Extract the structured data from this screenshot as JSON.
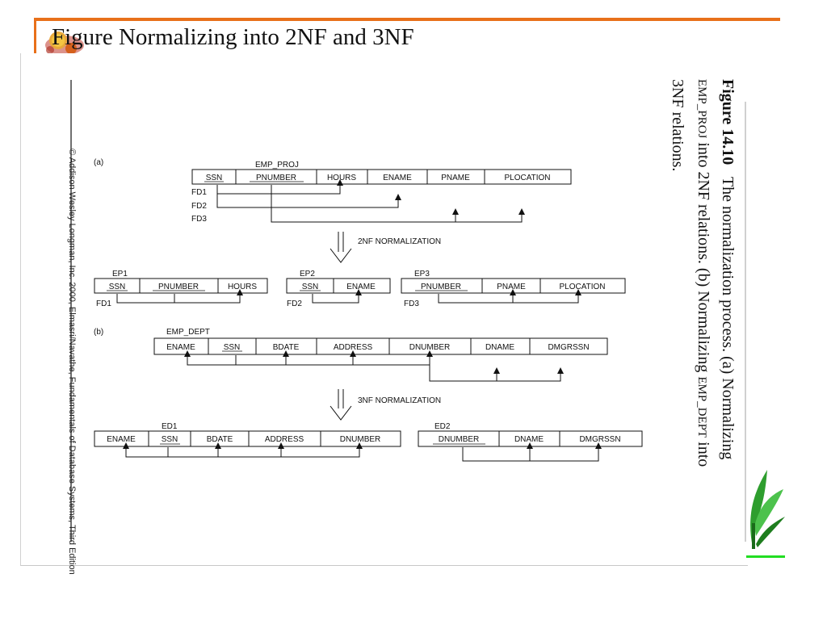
{
  "slide": {
    "title": "Figure Normalizing into 2NF and 3NF"
  },
  "figure": {
    "left_caption": "© Addison Wesley Longman, Inc. 2000, Elmasri/Navathe, Fundamentals of Database Systems, Third Edition",
    "caption_number": "Figure 14.10",
    "caption_text_1": "The normalization process. (a) Normalizing",
    "caption_emp_proj": "EMP_PROJ",
    "caption_text_2": "into",
    "caption_text_3": "2NF relations. (b) Normalizing",
    "caption_emp_dept": "EMP_DEPT",
    "caption_text_4": "into 3NF relations."
  },
  "part_a": {
    "label": "(a)",
    "relation_name": "EMP_PROJ",
    "attributes": [
      "SSN",
      "PNUMBER",
      "HOURS",
      "ENAME",
      "PNAME",
      "PLOCATION"
    ],
    "fd_labels": [
      "FD1",
      "FD2",
      "FD3"
    ],
    "normalization_label": "2NF NORMALIZATION",
    "ep1": {
      "name": "EP1",
      "attributes": [
        "SSN",
        "PNUMBER",
        "HOURS"
      ],
      "fd": "FD1"
    },
    "ep2": {
      "name": "EP2",
      "attributes": [
        "SSN",
        "ENAME"
      ],
      "fd": "FD2"
    },
    "ep3": {
      "name": "EP3",
      "attributes": [
        "PNUMBER",
        "PNAME",
        "PLOCATION"
      ],
      "fd": "FD3"
    }
  },
  "part_b": {
    "label": "(b)",
    "relation_name": "EMP_DEPT",
    "attributes": [
      "ENAME",
      "SSN",
      "BDATE",
      "ADDRESS",
      "DNUMBER",
      "DNAME",
      "DMGRSSN"
    ],
    "normalization_label": "3NF NORMALIZATION",
    "ed1": {
      "name": "ED1",
      "attributes": [
        "ENAME",
        "SSN",
        "BDATE",
        "ADDRESS",
        "DNUMBER"
      ]
    },
    "ed2": {
      "name": "ED2",
      "attributes": [
        "DNUMBER",
        "DNAME",
        "DMGRSSN"
      ]
    }
  }
}
